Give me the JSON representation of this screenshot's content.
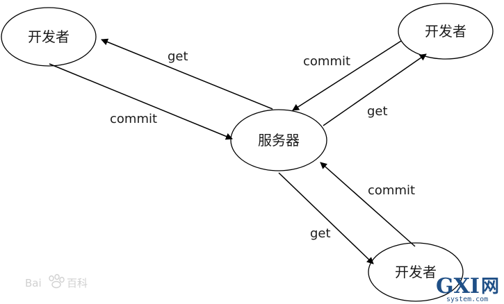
{
  "nodes": {
    "server": "服务器",
    "dev_top_left": "开发者",
    "dev_top_right": "开发者",
    "dev_bottom_right": "开发者"
  },
  "edges": {
    "top_left_get": "get",
    "top_left_commit": "commit",
    "top_right_commit": "commit",
    "top_right_get": "get",
    "bottom_right_commit": "commit",
    "bottom_right_get": "get"
  },
  "watermarks": {
    "baidu_text": "Bai",
    "baidu_suffix": "百科",
    "gxi_letters": "GXI",
    "gxi_net": "网",
    "gxi_site": "system.com"
  },
  "colors": {
    "stroke": "#000000",
    "watermark_blue": "#1f4f86"
  }
}
